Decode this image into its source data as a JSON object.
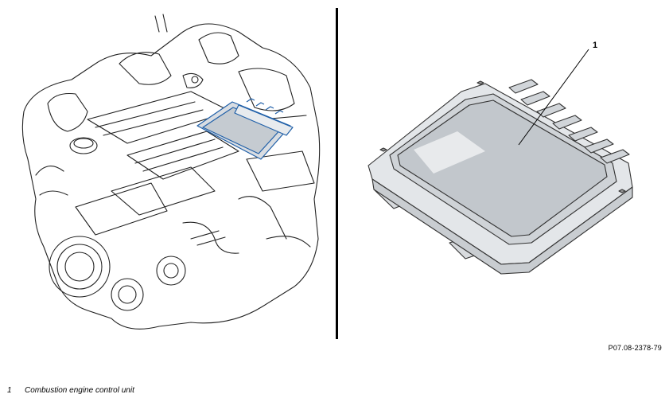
{
  "figure_id": "P07.08-2378-79",
  "callout_number": "1",
  "legend": [
    {
      "number": "1",
      "label": "Combustion engine control unit"
    }
  ]
}
